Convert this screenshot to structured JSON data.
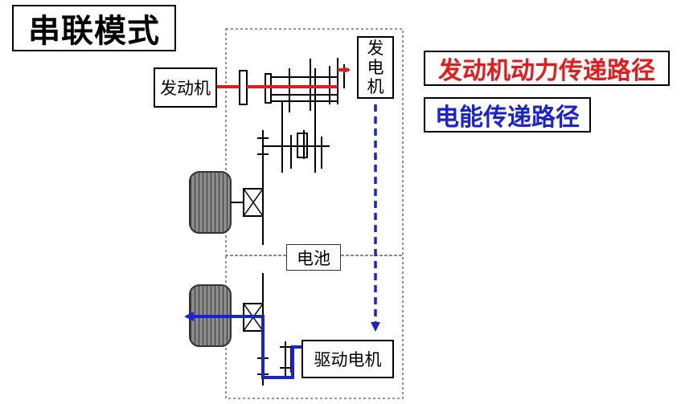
{
  "title": "串联模式",
  "legend": {
    "engine_power_path": "发动机动力传递路径",
    "electric_power_path": "电能传递路径"
  },
  "components": {
    "engine": "发动机",
    "generator_line1": "发",
    "generator_line2": "电",
    "generator_line3": "机",
    "battery": "电池",
    "drive_motor": "驱动电机"
  },
  "colors": {
    "engine_path": "#e8191b",
    "electric_path": "#1a22d8",
    "frame_border": "#555555",
    "wheel_fill": "#8a8a8a"
  }
}
